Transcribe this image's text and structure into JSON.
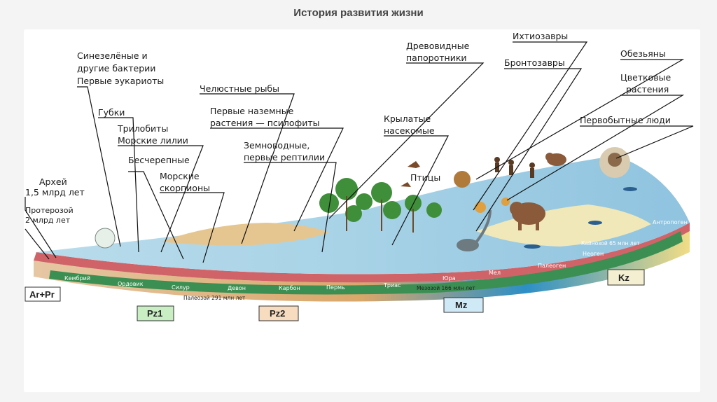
{
  "title": "История развития жизни",
  "labels": {
    "cyano": [
      "Синезелёные и",
      "другие бактерии",
      "Первые эукариоты"
    ],
    "sponges": "Губки",
    "trilobites": [
      "Трилобиты",
      "Морские лилии"
    ],
    "agnathans": "Бесчерепные",
    "sea_scorpions": [
      "Морские",
      "скорпионы"
    ],
    "archaea": [
      "Архей",
      "1,5 млрд лет"
    ],
    "proterozoic": [
      "Протерозой",
      "2 млрд лет"
    ],
    "jawed_fish": "Челюстные рыбы",
    "land_plants": [
      "Первые наземные",
      "растения — псилофиты"
    ],
    "amphibians": [
      "Земноводные,",
      "первые рептилии"
    ],
    "tree_ferns": [
      "Древовидные",
      "папоротники"
    ],
    "winged_insects": [
      "Крылатые",
      "насекомые"
    ],
    "ichthyosaurs": "Ихтиозавры",
    "brontosaurs": "Бронтозавры",
    "monkeys": "Обезьяны",
    "flowering": [
      "Цветковые",
      "растения"
    ],
    "early_humans": "Первобытные люди",
    "birds": "Птицы"
  },
  "periods": [
    "Кембрий",
    "Ордовик",
    "Силур",
    "Девон",
    "Карбон",
    "Пермь",
    "Триас",
    "Юра",
    "Мел",
    "Палеоген",
    "Неоген",
    "Антропоген"
  ],
  "era_notes": {
    "paleozoic": "Палеозой 291 млн лет",
    "mesozoic": "Мезозой 166 млн лет",
    "cenozoic": "Кайнозой 65 млн лет"
  },
  "era_boxes": {
    "arpr": "Ar+Pr",
    "pz1": "Pz1",
    "pz2": "Pz2",
    "mz": "Mz",
    "kz": "Kz"
  },
  "colors": {
    "pz1_box": "#c9eec4",
    "pz2_box": "#f7dcc0",
    "mz_box": "#cfe9f7",
    "kz_box": "#f3efd0"
  }
}
